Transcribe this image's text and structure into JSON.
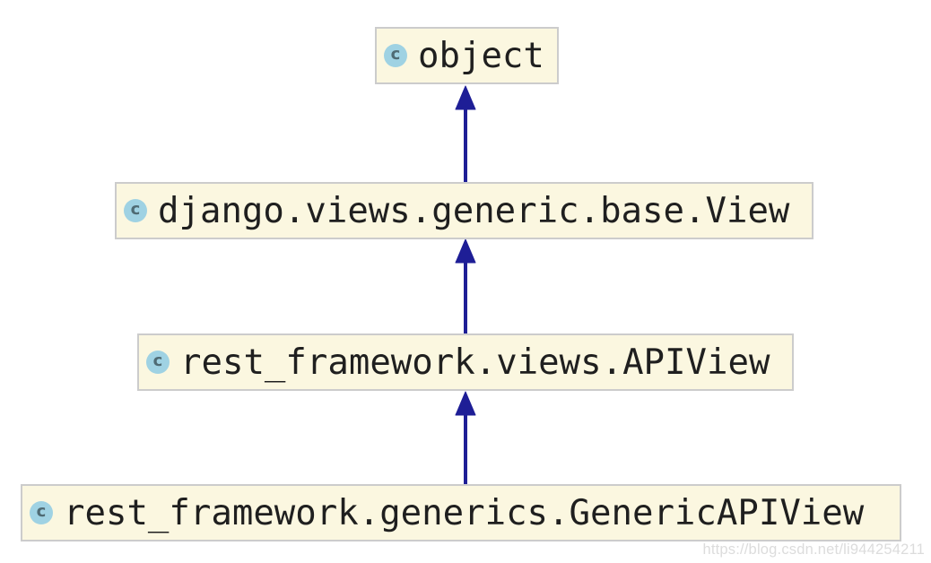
{
  "diagram": {
    "type": "class-inheritance",
    "icon_letter": "c",
    "nodes": [
      {
        "id": "object",
        "label": "object"
      },
      {
        "id": "django-view",
        "label": "django.views.generic.base.View"
      },
      {
        "id": "apiview",
        "label": "rest_framework.views.APIView"
      },
      {
        "id": "generic-apiview",
        "label": "rest_framework.generics.GenericAPIView"
      }
    ],
    "edges": [
      {
        "from": "django-view",
        "to": "object",
        "relation": "inherits"
      },
      {
        "from": "apiview",
        "to": "django-view",
        "relation": "inherits"
      },
      {
        "from": "generic-apiview",
        "to": "apiview",
        "relation": "inherits"
      }
    ]
  },
  "theme": {
    "page_bg": "#ffffff",
    "node_fill": "#fbf7e0",
    "node_border": "#cccccc",
    "node_text": "#1f1f1f",
    "arrow_color": "#1e1e96",
    "icon_fill": "#9fd2e3",
    "icon_text": "#4f6b74",
    "watermark_color": "#dcdcdc"
  },
  "watermark": {
    "text": "https://blog.csdn.net/li944254211"
  }
}
